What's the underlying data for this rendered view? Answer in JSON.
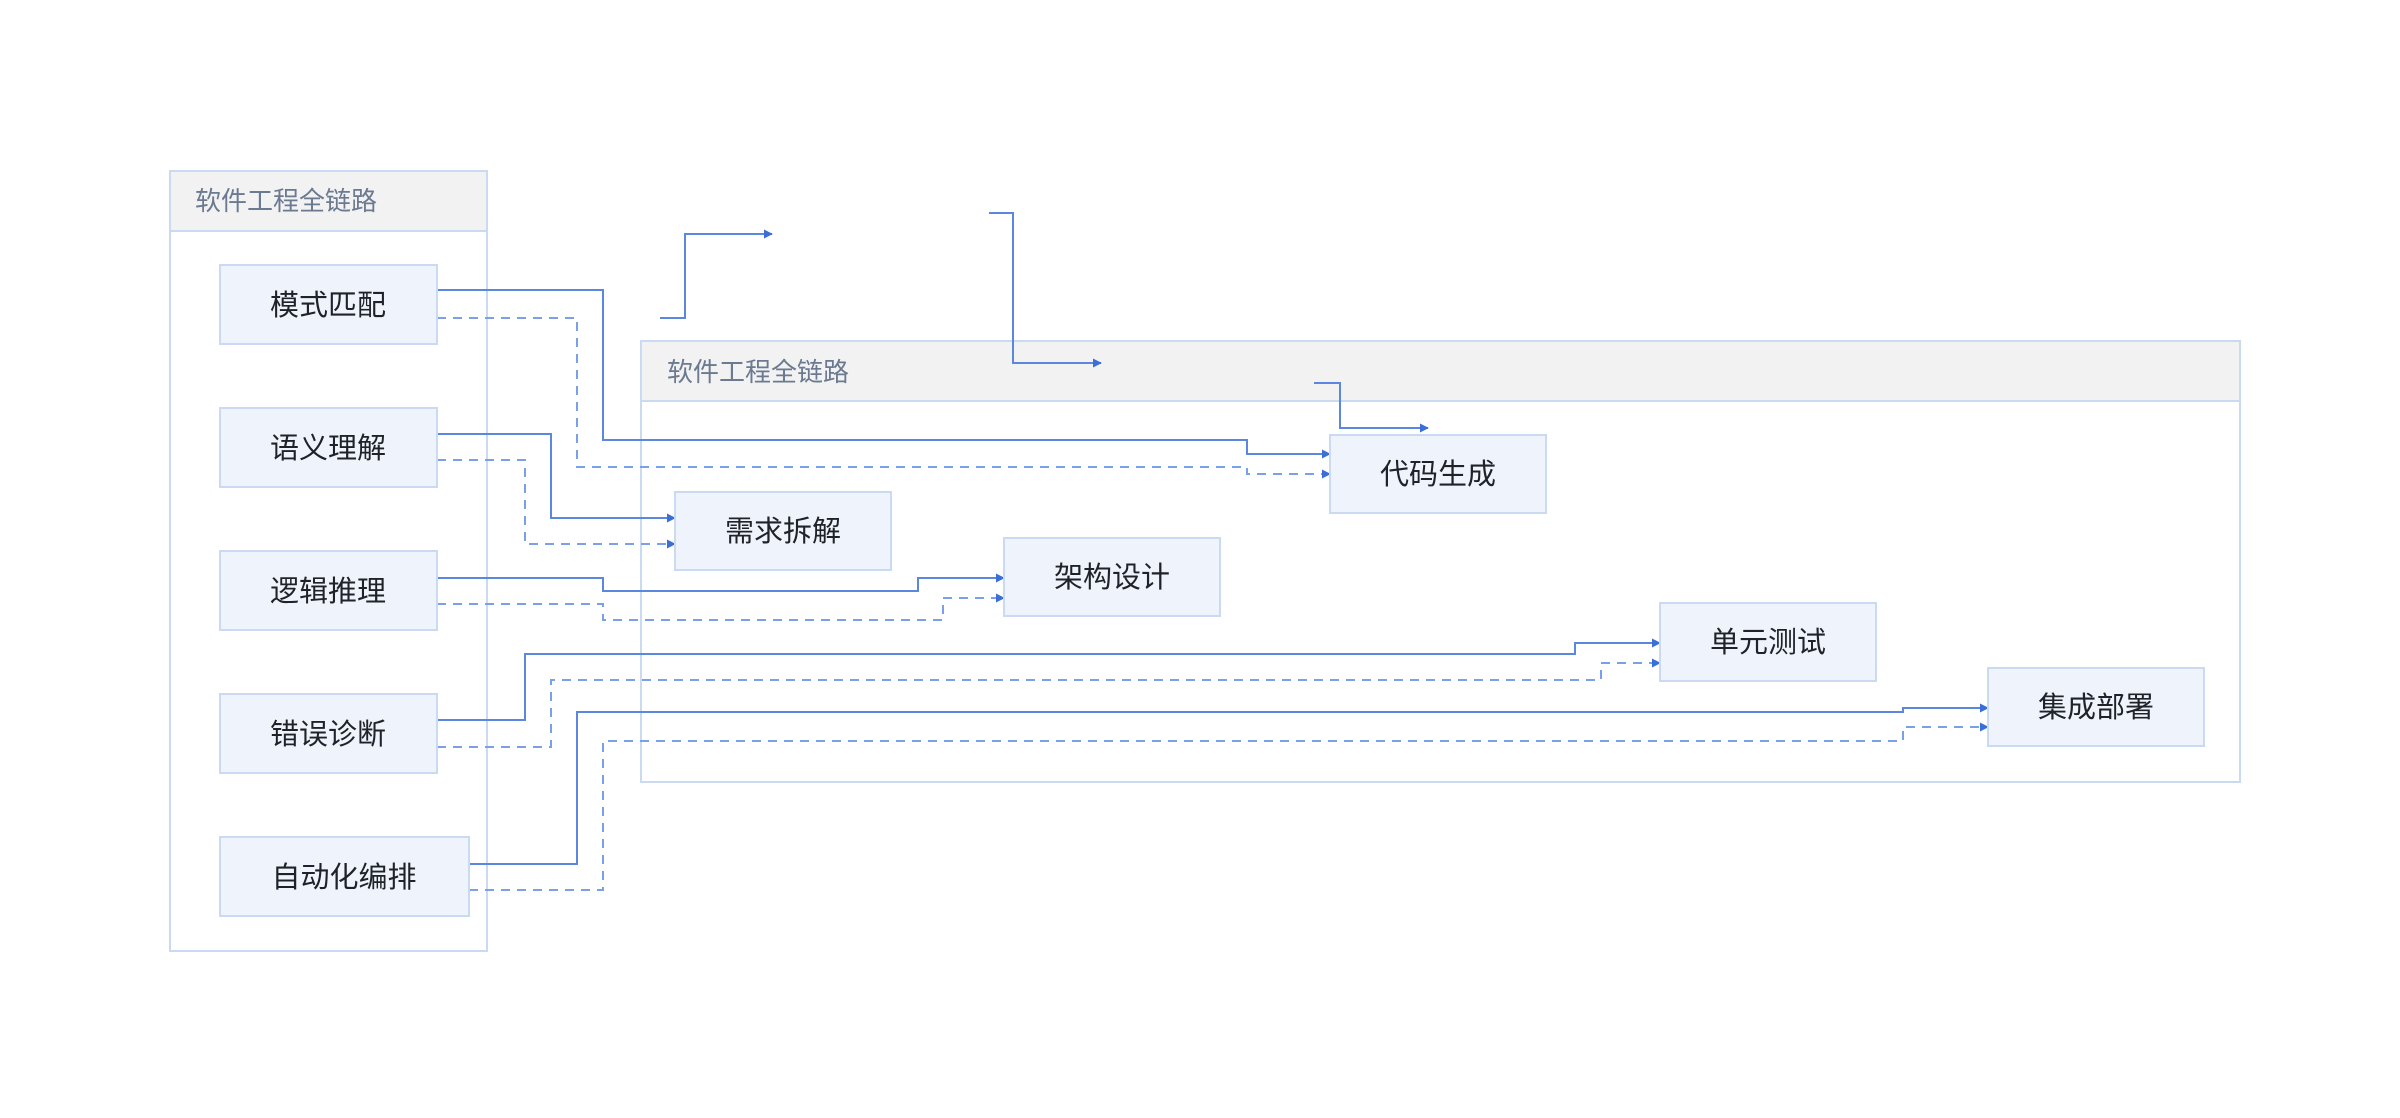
{
  "groups": {
    "left": {
      "title": "软件工程全链路"
    },
    "right": {
      "title": "软件工程全链路"
    }
  },
  "capabilities": [
    {
      "id": "pattern",
      "label": "模式匹配"
    },
    {
      "id": "semantic",
      "label": "语义理解"
    },
    {
      "id": "logic",
      "label": "逻辑推理"
    },
    {
      "id": "diagnosis",
      "label": "错误诊断"
    },
    {
      "id": "orchestration",
      "label": "自动化编排"
    }
  ],
  "stages": [
    {
      "id": "requirements",
      "label": "需求拆解"
    },
    {
      "id": "architecture",
      "label": "架构设计"
    },
    {
      "id": "codegen",
      "label": "代码生成"
    },
    {
      "id": "unittest",
      "label": "单元测试"
    },
    {
      "id": "deploy",
      "label": "集成部署"
    }
  ],
  "edges": [
    {
      "from": "模式匹配",
      "to": "代码生成",
      "style": "solid"
    },
    {
      "from": "模式匹配",
      "to": "代码生成",
      "style": "dashed"
    },
    {
      "from": "语义理解",
      "to": "需求拆解",
      "style": "solid"
    },
    {
      "from": "语义理解",
      "to": "需求拆解",
      "style": "dashed"
    },
    {
      "from": "逻辑推理",
      "to": "架构设计",
      "style": "solid"
    },
    {
      "from": "逻辑推理",
      "to": "架构设计",
      "style": "dashed"
    },
    {
      "from": "错误诊断",
      "to": "单元测试",
      "style": "solid"
    },
    {
      "from": "错误诊断",
      "to": "单元测试",
      "style": "dashed"
    },
    {
      "from": "自动化编排",
      "to": "集成部署",
      "style": "solid"
    },
    {
      "from": "自动化编排",
      "to": "集成部署",
      "style": "dashed"
    }
  ],
  "colors": {
    "edge": "#5b87e0",
    "node_fill": "#eff4fc",
    "node_border": "#c9daf2",
    "header_fill": "#f2f2f2"
  }
}
